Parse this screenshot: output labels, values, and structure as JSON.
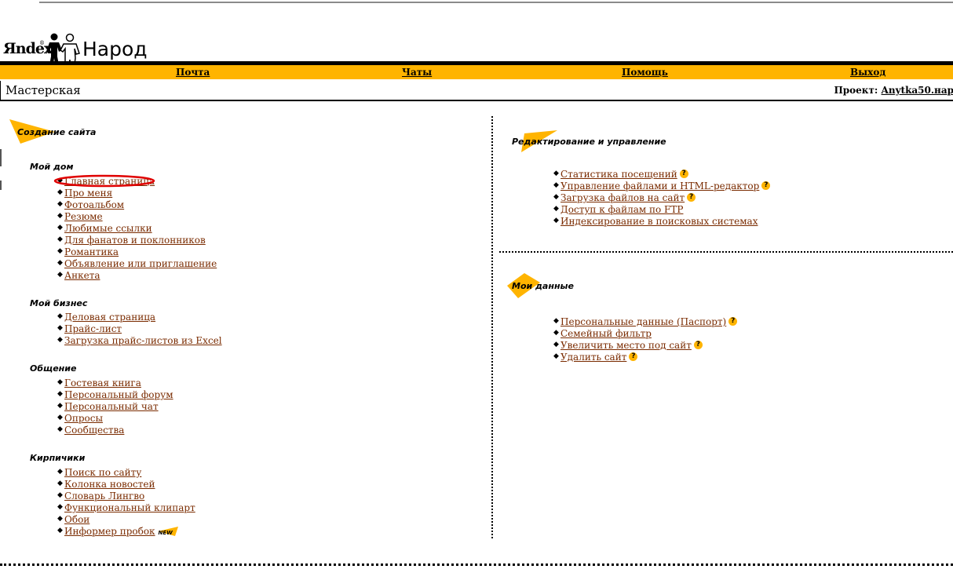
{
  "logo": {
    "yandex": "Яndex",
    "reg": "®",
    "narod": "Народ"
  },
  "nav": {
    "mail": "Почта",
    "chats": "Чаты",
    "help": "Помощь",
    "exit": "Выход"
  },
  "page_title": "Мастерская",
  "project": {
    "label": "Проект:",
    "value": "Anytka50.нар"
  },
  "left": {
    "heading": "Создание сайта",
    "groups": [
      {
        "title": "Мой дом",
        "items": [
          "Главная страница",
          "Про меня",
          "Фотоальбом",
          "Резюме",
          "Любимые ссылки",
          "Для фанатов и поклонников",
          "Романтика",
          "Объявление или приглашение",
          "Анкета"
        ]
      },
      {
        "title": "Мой бизнес",
        "items": [
          "Деловая страница",
          "Прайс-лист",
          "Загрузка прайс-листов из Excel"
        ]
      },
      {
        "title": "Общение",
        "items": [
          "Гостевая книга",
          "Персональный форум",
          "Персональный чат",
          "Опросы",
          "Сообщества"
        ]
      },
      {
        "title": "Кирпичики",
        "items": [
          "Поиск по сайту",
          "Колонка новостей",
          "Словарь Лингво",
          "Функциональный клипарт",
          "Обои",
          "Информер пробок"
        ]
      }
    ],
    "new_badge": "NEW"
  },
  "right": {
    "edit_heading": "Редактирование и управление",
    "edit_items": [
      "Статистика посещений",
      "Управление файлами и HTML-редактор",
      "Загрузка файлов на сайт",
      "Доступ к файлам по FTP",
      "Индексирование в поисковых системах"
    ],
    "data_heading": "Мои данные",
    "data_items": [
      "Персональные данные (Паспорт)",
      "Семейный фильтр",
      "Увеличить место под сайт",
      "Удалить сайт"
    ]
  },
  "help_glyph": "?",
  "bullet_glyph": "◆",
  "colors": {
    "accent": "#ffb400",
    "link": "#7a2b00",
    "highlight": "#e00000"
  }
}
